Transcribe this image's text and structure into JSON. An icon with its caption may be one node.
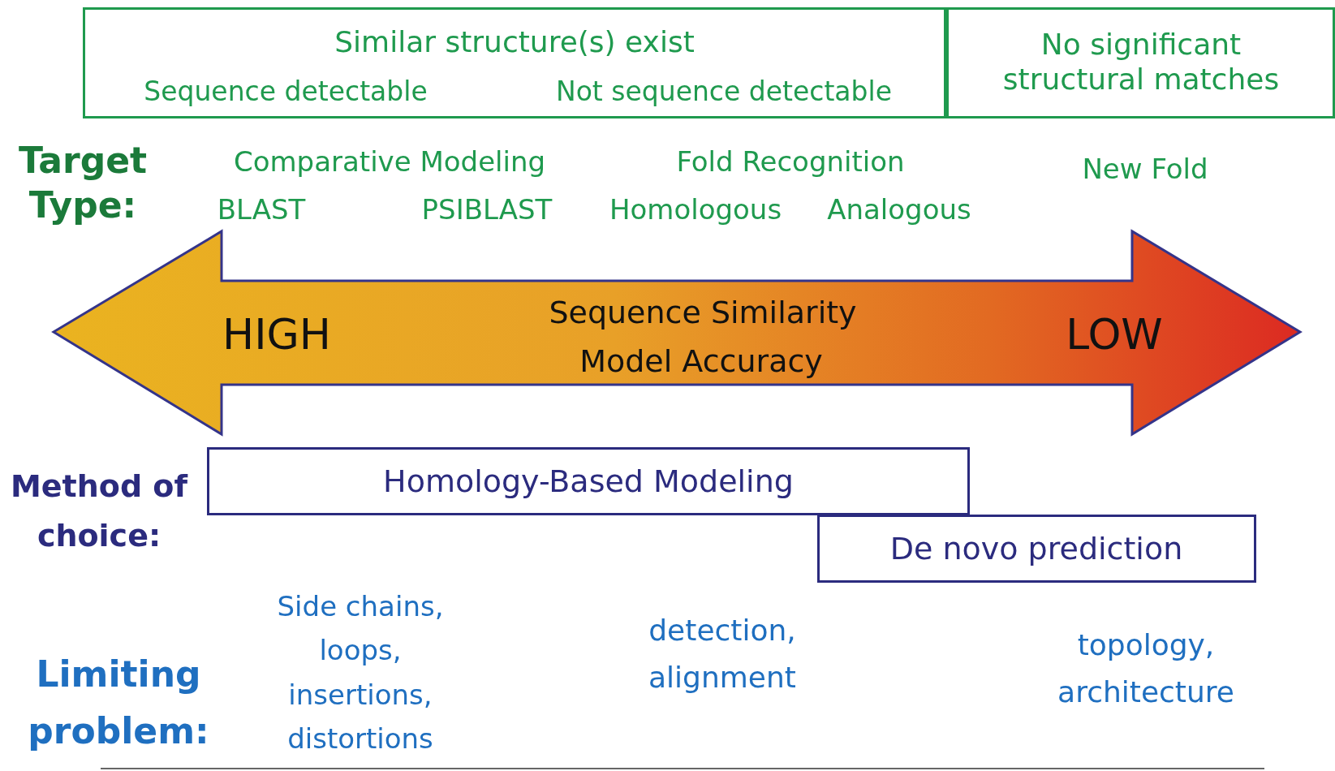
{
  "diagram": {
    "nodes": [
      {
        "text": [
          "Similar structure(s) exist",
          "Sequence detectable",
          "Not sequence detectable"
        ]
      },
      {
        "text": [
          "No significant structural matches"
        ]
      },
      {
        "text": [
          "HIGH",
          "Sequence Similarity",
          "Model Accuracy",
          "LOW"
        ]
      },
      {
        "text": [
          "Homology-Based Modeling"
        ]
      },
      {
        "text": [
          "De novo prediction"
        ]
      }
    ],
    "edges": [],
    "labels": [
      "Target Type:",
      "Comparative Modeling",
      "Fold Recognition",
      "New Fold",
      "BLAST",
      "PSIBLAST",
      "Homologous",
      "Analogous",
      "Method of choice:",
      "Side chains, loops, insertions, distortions",
      "detection, alignment",
      "Limiting problem:",
      "topology, architecture"
    ]
  }
}
